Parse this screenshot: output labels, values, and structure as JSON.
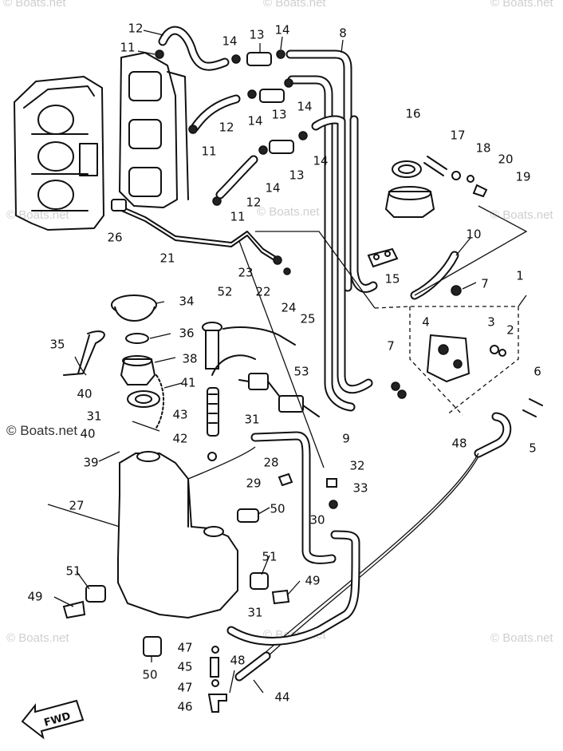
{
  "watermark": "© Boats.net",
  "fwd_label": "FWD",
  "callouts": {
    "c1": "1",
    "c2": "2",
    "c3": "3",
    "c4": "4",
    "c5": "5",
    "c6": "6",
    "c7a": "7",
    "c7b": "7",
    "c8": "8",
    "c9": "9",
    "c10": "10",
    "c11a": "11",
    "c11b": "11",
    "c11c": "11",
    "c12a": "12",
    "c12b": "12",
    "c12c": "12",
    "c13a": "13",
    "c13b": "13",
    "c13c": "13",
    "c14a": "14",
    "c14b": "14",
    "c14c": "14",
    "c14d": "14",
    "c14e": "14",
    "c14f": "14",
    "c15": "15",
    "c16": "16",
    "c17": "17",
    "c18": "18",
    "c19": "19",
    "c20": "20",
    "c21": "21",
    "c22": "22",
    "c23": "23",
    "c24": "24",
    "c25": "25",
    "c26": "26",
    "c27": "27",
    "c28": "28",
    "c29": "29",
    "c30": "30",
    "c31a": "31",
    "c31b": "31",
    "c31c": "31",
    "c32": "32",
    "c33": "33",
    "c34": "34",
    "c35": "35",
    "c36": "36",
    "c38": "38",
    "c39": "39",
    "c40a": "40",
    "c40b": "40",
    "c41": "41",
    "c42": "42",
    "c43": "43",
    "c44": "44",
    "c45": "45",
    "c46": "46",
    "c47a": "47",
    "c47b": "47",
    "c48a": "48",
    "c48b": "48",
    "c49a": "49",
    "c49b": "49",
    "c50a": "50",
    "c50b": "50",
    "c51a": "51",
    "c51b": "51",
    "c52": "52",
    "c53": "53"
  }
}
